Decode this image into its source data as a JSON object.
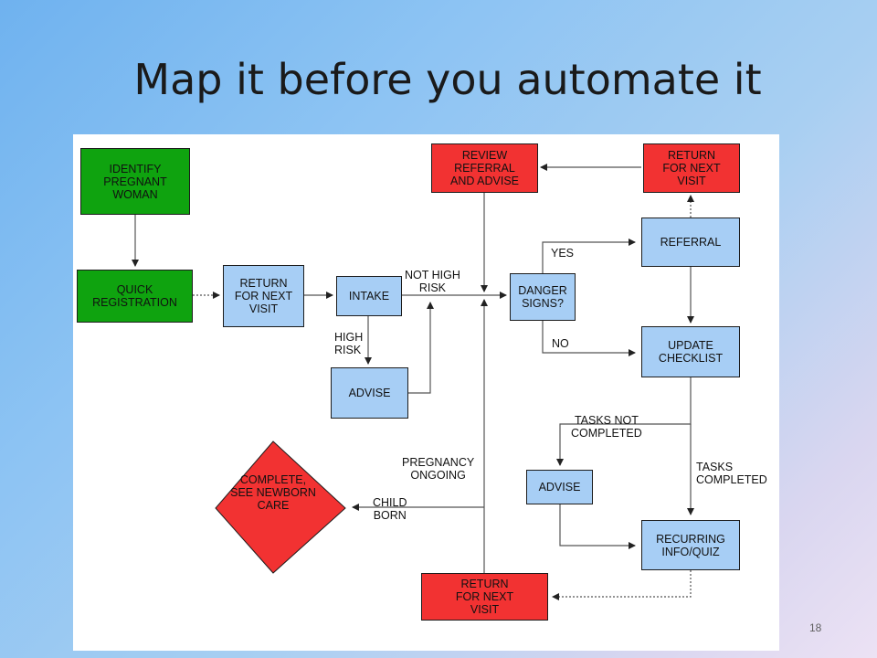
{
  "slide": {
    "title": "Map it before you automate it",
    "page_number": "18"
  },
  "diagram": {
    "nodes": {
      "identify": "IDENTIFY\nPREGNANT\nWOMAN",
      "quick_registration": "QUICK\nREGISTRATION",
      "return_visit_1": "RETURN\nFOR NEXT\nVISIT",
      "intake": "INTAKE",
      "advise_high_risk": "ADVISE",
      "review_referral": "REVIEW\nREFERRAL\nAND ADVISE",
      "return_visit_top": "RETURN\nFOR NEXT\nVISIT",
      "referral": "REFERRAL",
      "danger_signs": "DANGER\nSIGNS?",
      "update_checklist": "UPDATE\nCHECKLIST",
      "advise_tasks": "ADVISE",
      "recurring_quiz": "RECURRING\nINFO/QUIZ",
      "return_visit_bottom": "RETURN\nFOR NEXT\nVISIT",
      "complete": "COMPLETE,\nSEE NEWBORN\nCARE"
    },
    "edge_labels": {
      "not_high_risk": "NOT HIGH\nRISK",
      "high_risk": "HIGH\nRISK",
      "yes": "YES",
      "no": "NO",
      "tasks_not_completed": "TASKS NOT\nCOMPLETED",
      "tasks_completed": "TASKS\nCOMPLETED",
      "pregnancy_ongoing": "PREGNANCY\nONGOING",
      "child_born": "CHILD\nBORN"
    },
    "colors": {
      "start_node": "#0fa30f",
      "process_node": "#a7cef5",
      "red_node": "#f23232",
      "line": "#555555"
    }
  }
}
